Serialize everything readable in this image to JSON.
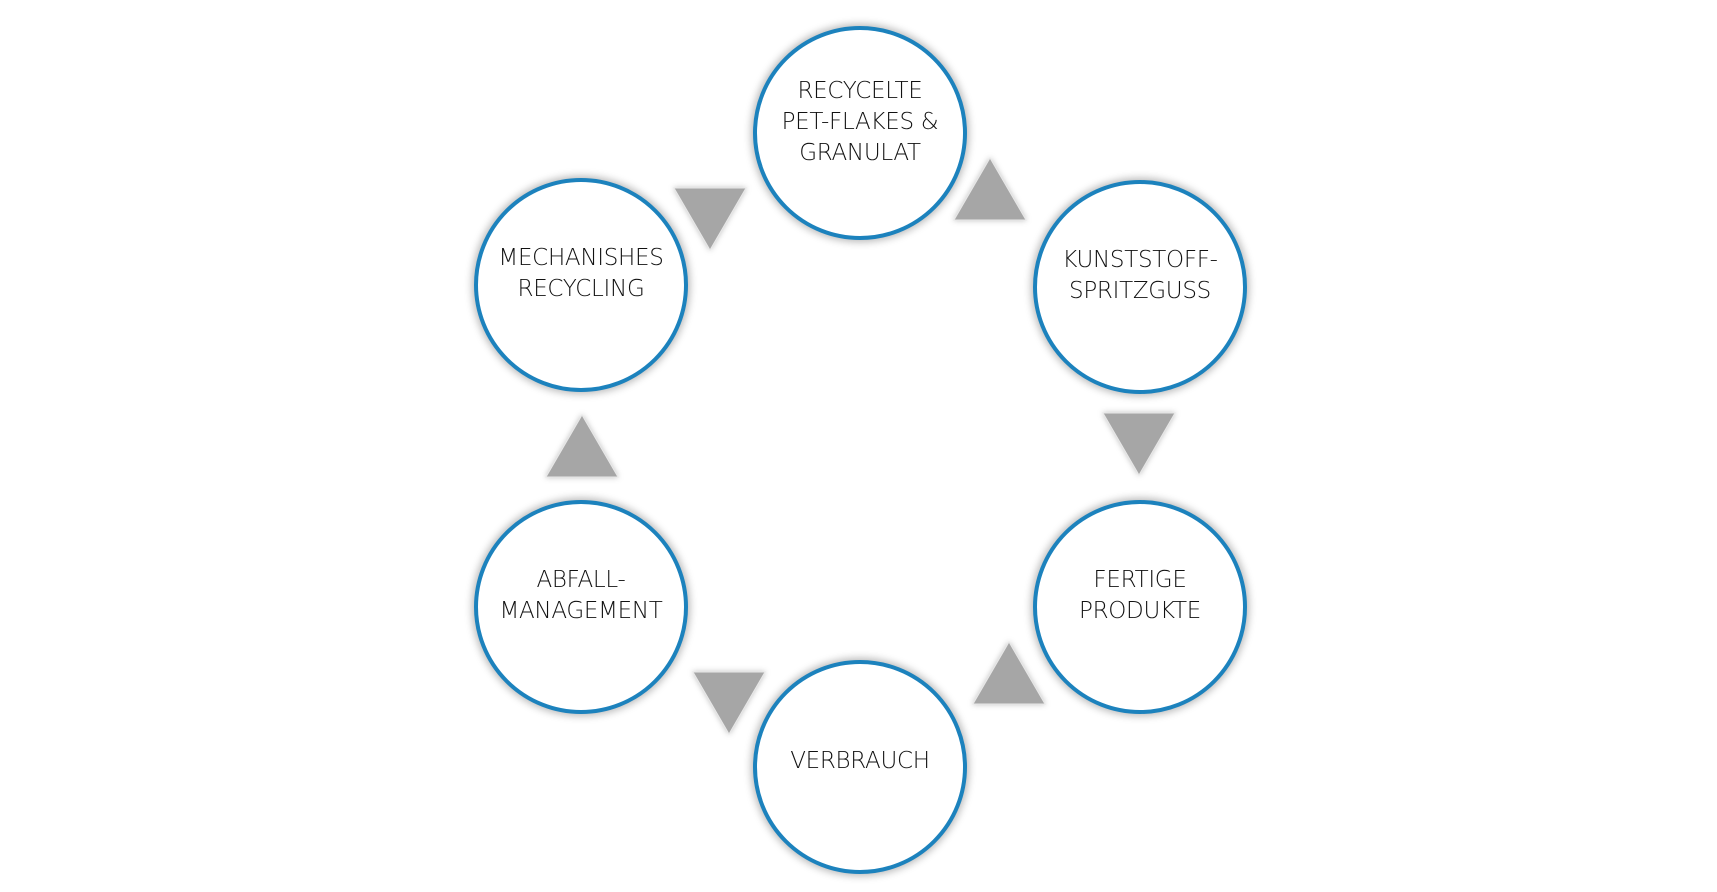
{
  "diagram": {
    "type": "cycle",
    "colors": {
      "node_border": "#1c82bd",
      "node_fill": "#ffffff",
      "arrow_fill": "#a6a6a6",
      "text": "#111111"
    },
    "nodes": [
      {
        "id": "recycled-flakes",
        "label": "RECYCELTE\nPET-FLAKES &\nGRANULAT"
      },
      {
        "id": "injection-molding",
        "label": "KUNSTSTOFF-\nSPRITZGUSS"
      },
      {
        "id": "finished-products",
        "label": "FERTIGE\nPRODUKTE"
      },
      {
        "id": "consumption",
        "label": "VERBRAUCH"
      },
      {
        "id": "waste-management",
        "label": "ABFALL-\nMANAGEMENT"
      },
      {
        "id": "mechanical-recycling",
        "label": "MECHANISHES\nRECYCLING"
      }
    ],
    "arrows": [
      {
        "id": "arrow-top-right",
        "direction": "up"
      },
      {
        "id": "arrow-right",
        "direction": "down"
      },
      {
        "id": "arrow-bottom-right",
        "direction": "up"
      },
      {
        "id": "arrow-bottom-left",
        "direction": "down"
      },
      {
        "id": "arrow-left",
        "direction": "up"
      },
      {
        "id": "arrow-top-left",
        "direction": "down"
      }
    ]
  }
}
